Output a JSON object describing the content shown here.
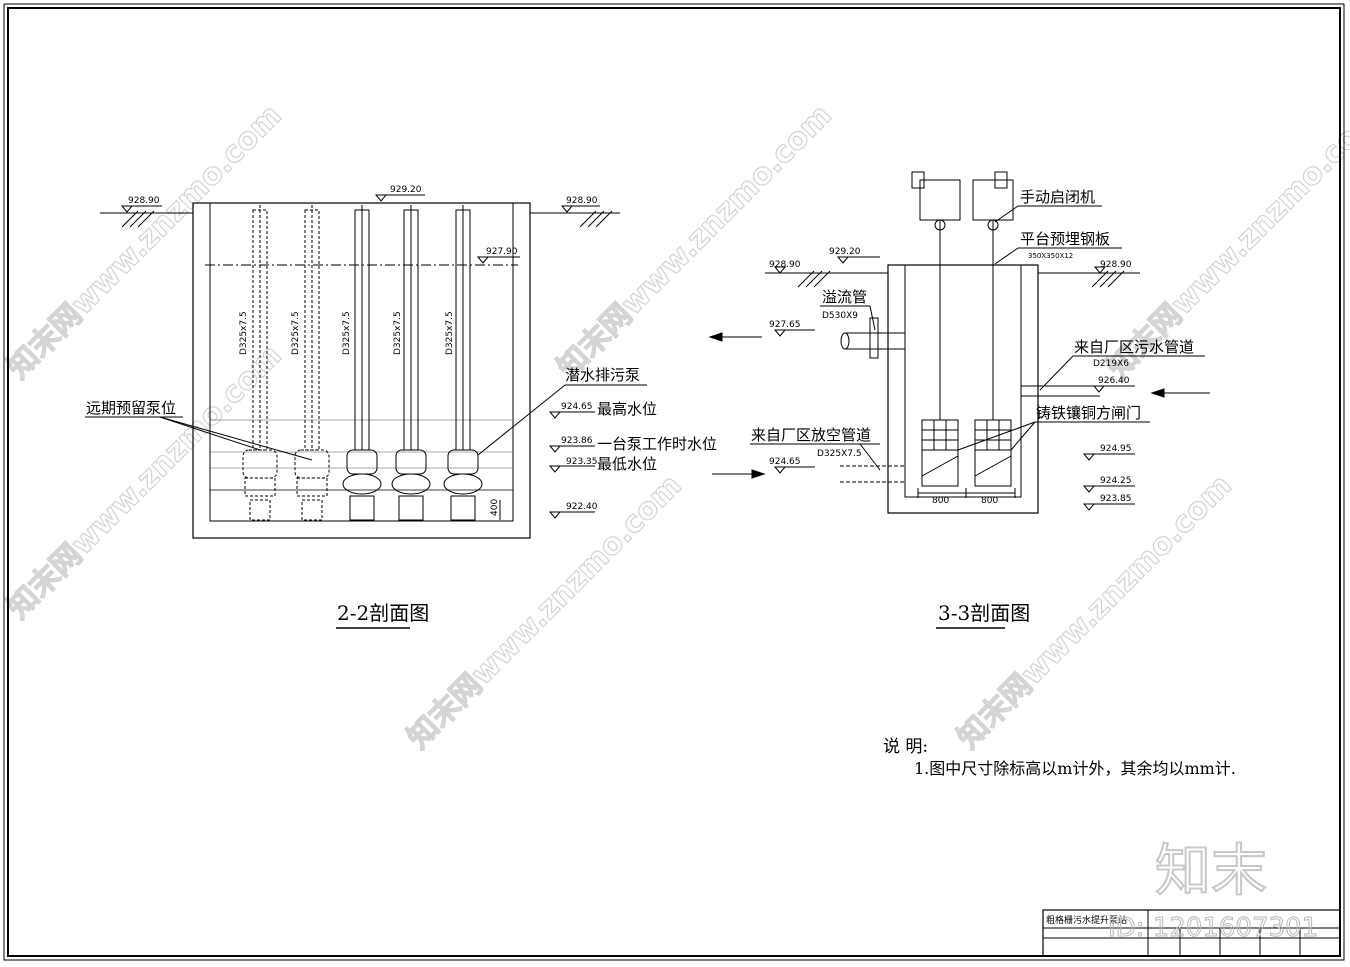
{
  "watermark": {
    "site_text": "知末网www.znzmo.com",
    "logo_text": "知末",
    "id_text": "ID: 1201607301"
  },
  "section_2_2": {
    "title": "2-2剖面图",
    "elevations": {
      "top_mid": "929.20",
      "ground_left": "928.90",
      "ground_right": "928.90",
      "slab": "927.90",
      "max_level": "924.65",
      "one_pump_level": "923.86",
      "min_level": "923.35",
      "bottom": "922.40"
    },
    "pipe_labels": [
      "D325x7.5",
      "D325x7.5",
      "D325x7.5",
      "D325x7.5",
      "D325x7.5"
    ],
    "labels": {
      "reserved_pumps": "远期预留泵位",
      "submersible_pump": "潜水排污泵",
      "max_level": "最高水位",
      "one_pump_level": "一台泵工作时水位",
      "min_level": "最低水位"
    },
    "dim_400": "400"
  },
  "section_3_3": {
    "title": "3-3剖面图",
    "elevations": {
      "top": "929.20",
      "ground_left": "928.90",
      "ground_right": "928.90",
      "overflow": "927.65",
      "inlet": "926.40",
      "drain": "924.65",
      "r1": "924.95",
      "r2": "924.25",
      "r3": "923.85"
    },
    "labels": {
      "hoist": "手动启闭机",
      "steel_plate": "平台预埋钢板",
      "steel_plate_size": "350X350X12",
      "overflow_pipe": "溢流管",
      "overflow_size": "D530X9",
      "inlet_pipe": "来自厂区污水管道",
      "inlet_size": "D219X6",
      "gate": "铸铁镶铜方闸门",
      "drain_pipe": "来自厂区放空管道",
      "drain_size": "D325X7.5"
    },
    "dims": [
      "800",
      "800"
    ]
  },
  "notes": {
    "heading": "说  明:",
    "items": [
      "1.图中尺寸除标高以m计外，其余均以mm计."
    ]
  },
  "title_block": {
    "drawing_name": "粗格栅污水提升泵站"
  }
}
